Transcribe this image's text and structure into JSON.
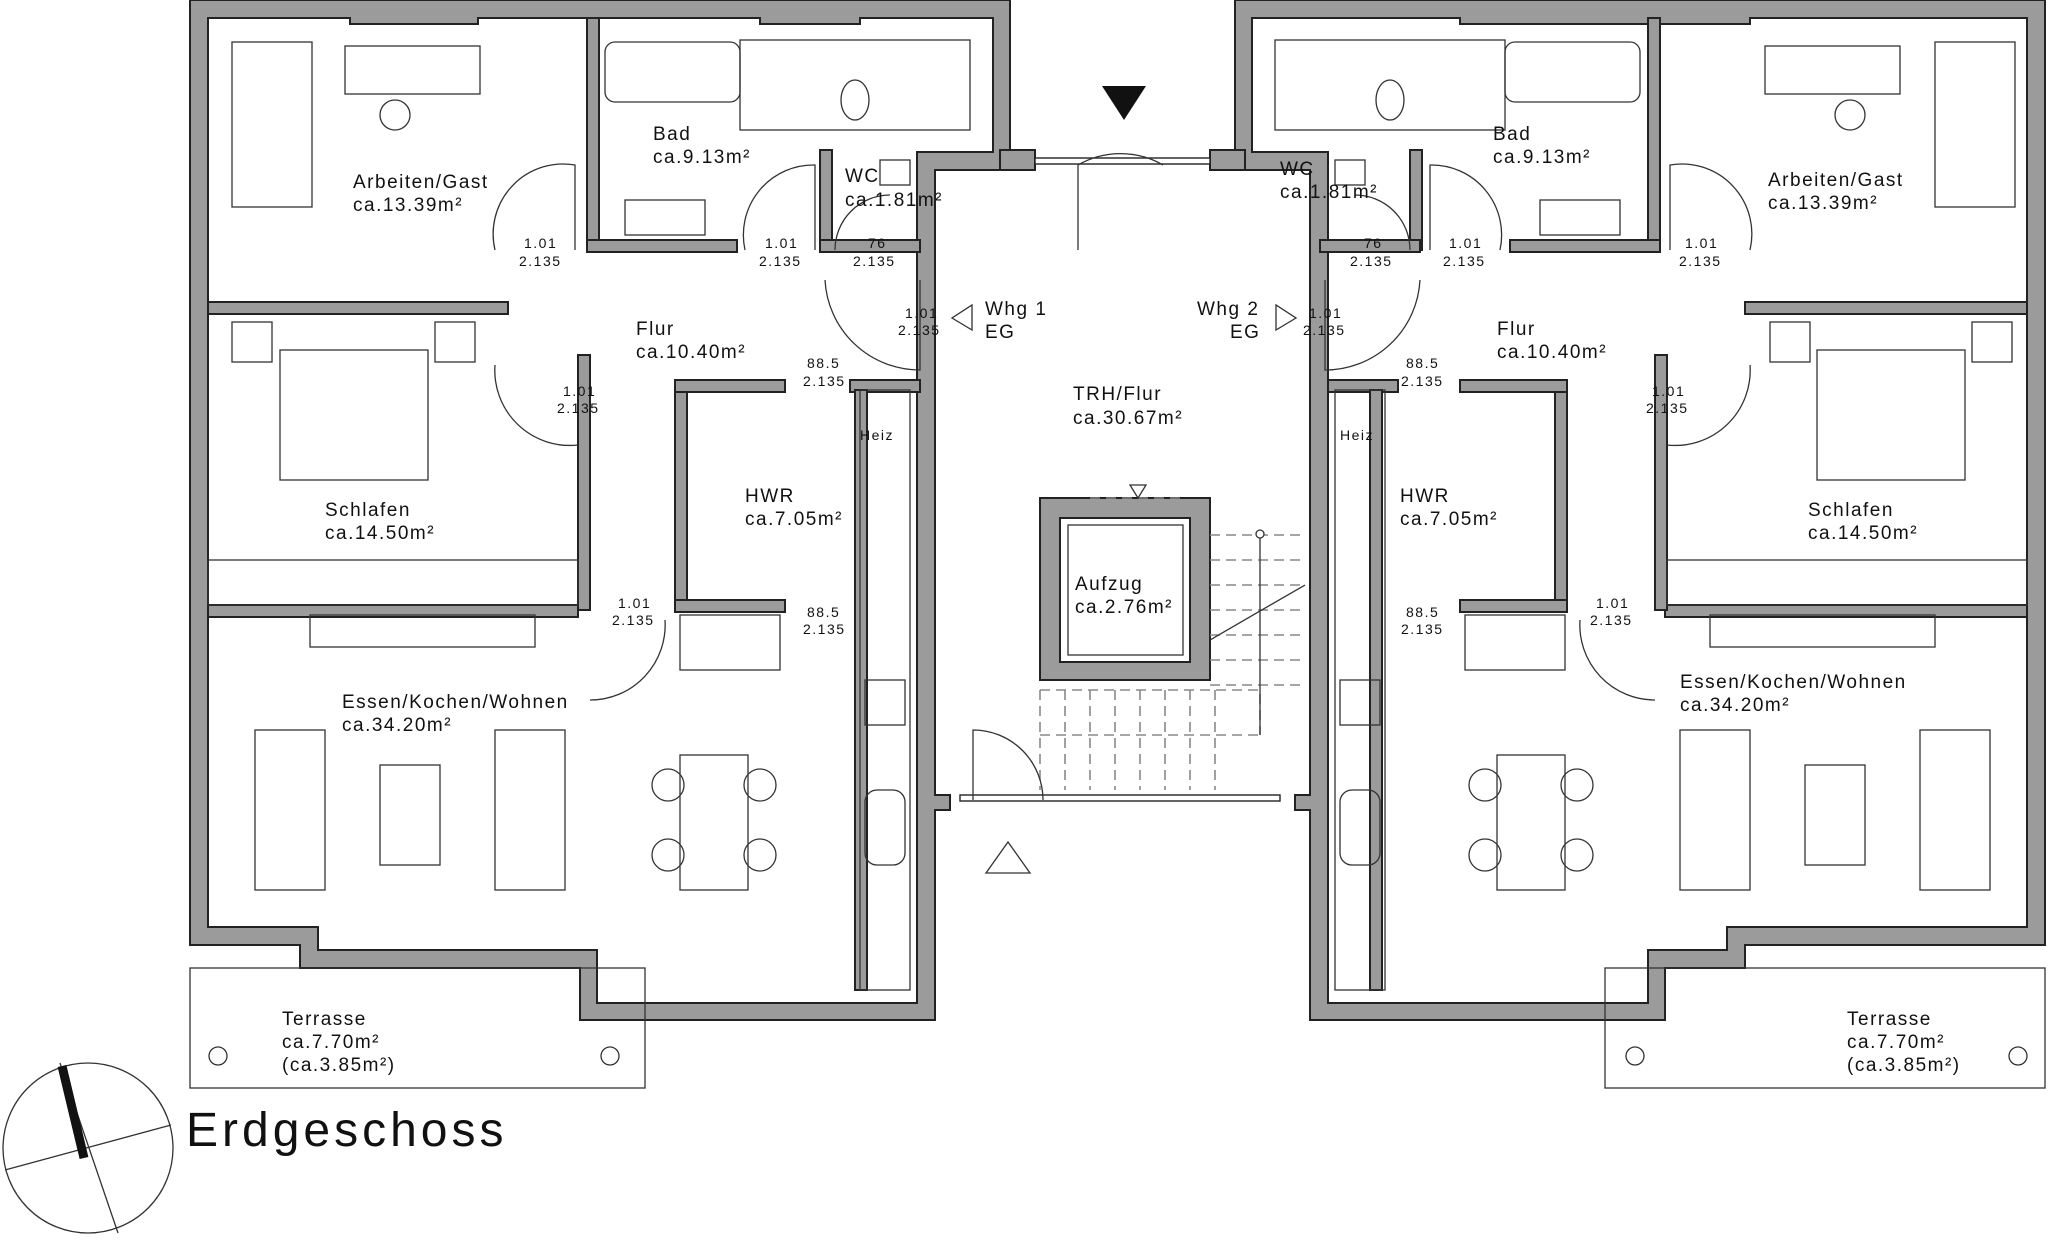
{
  "title": "Erdgeschoss",
  "rooms": {
    "left_arbeiten": {
      "name": "Arbeiten/Gast",
      "area": "ca.13.39m²"
    },
    "left_bad": {
      "name": "Bad",
      "area": "ca.9.13m²"
    },
    "left_wc": {
      "name": "WC",
      "area": "ca.1.81m²"
    },
    "left_flur": {
      "name": "Flur",
      "area": "ca.10.40m²"
    },
    "left_schlafen": {
      "name": "Schlafen",
      "area": "ca.14.50m²"
    },
    "left_hwr": {
      "name": "HWR",
      "area": "ca.7.05m²"
    },
    "left_essen": {
      "name": "Essen/Kochen/Wohnen",
      "area": "ca.34.20m²"
    },
    "left_terrasse": {
      "name": "Terrasse",
      "area": "ca.7.70m²",
      "area2": "(ca.3.85m²)"
    },
    "trh": {
      "name": "TRH/Flur",
      "area": "ca.30.67m²"
    },
    "aufzug": {
      "name": "Aufzug",
      "area": "ca.2.76m²"
    },
    "right_arbeiten": {
      "name": "Arbeiten/Gast",
      "area": "ca.13.39m²"
    },
    "right_bad": {
      "name": "Bad",
      "area": "ca.9.13m²"
    },
    "right_wc": {
      "name": "WC",
      "area": "ca.1.81m²"
    },
    "right_flur": {
      "name": "Flur",
      "area": "ca.10.40m²"
    },
    "right_schlafen": {
      "name": "Schlafen",
      "area": "ca.14.50m²"
    },
    "right_hwr": {
      "name": "HWR",
      "area": "ca.7.05m²"
    },
    "right_essen": {
      "name": "Essen/Kochen/Wohnen",
      "area": "ca.34.20m²"
    },
    "right_terrasse": {
      "name": "Terrasse",
      "area": "ca.7.70m²",
      "area2": "(ca.3.85m²)"
    }
  },
  "units": {
    "whg1": {
      "name": "Whg 1",
      "floor": "EG"
    },
    "whg2": {
      "name": "Whg 2",
      "floor": "EG"
    }
  },
  "doors": {
    "w101": "1.01",
    "h2135": "2.135",
    "w76": "76",
    "w885": "88.5"
  },
  "fixtures": {
    "heiz": "Heiz"
  }
}
